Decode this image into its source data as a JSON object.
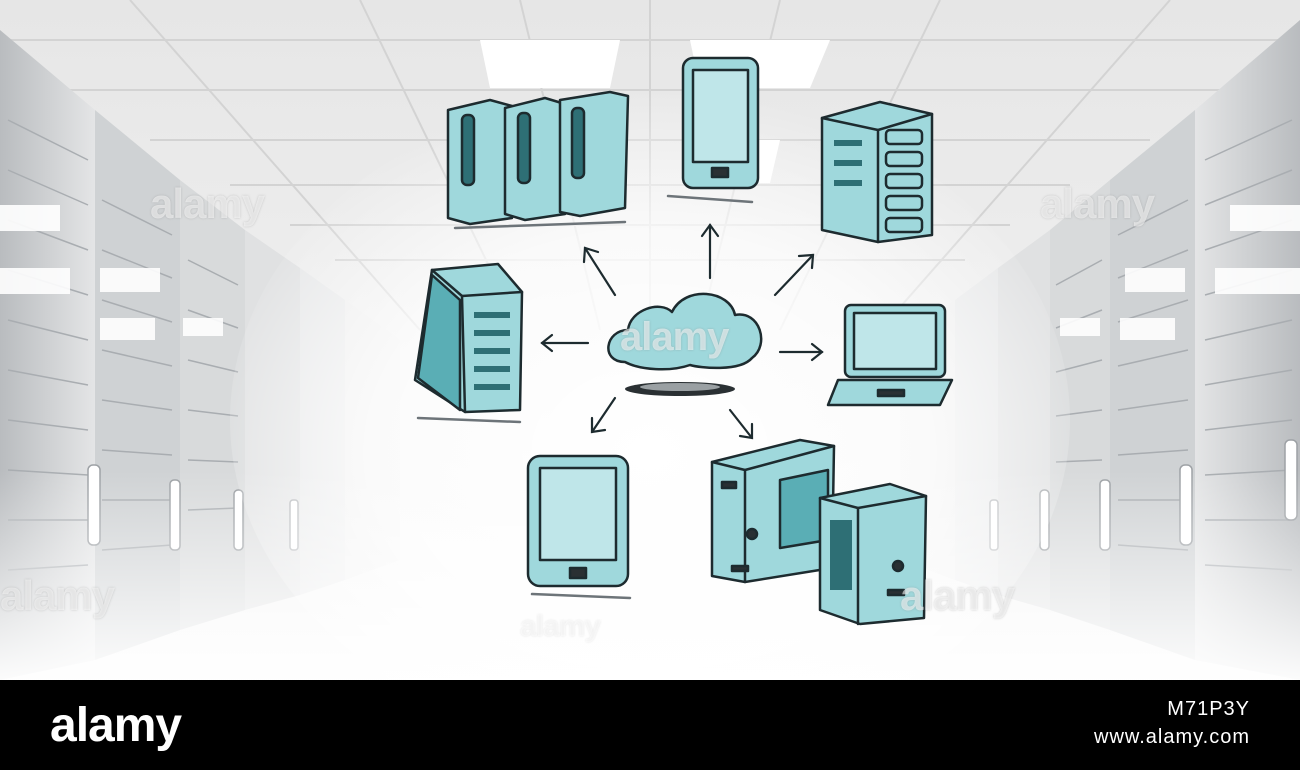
{
  "footer": {
    "brand": "alamy",
    "image_id": "M71P3Y",
    "site": "www.alamy.com"
  },
  "watermarks": [
    "alamy",
    "alamy",
    "alamy",
    "alamy",
    "alamy",
    "alamy"
  ],
  "colors": {
    "device_fill": "#9fd8dc",
    "ink": "#1d2b2f",
    "background": "#f2f2f2",
    "footer": "#000000"
  },
  "illustration": {
    "center": "cloud-icon",
    "devices": [
      "server-cluster-icon",
      "smartphone-icon",
      "tower-server-icon",
      "laptop-icon",
      "desktop-pc-icon",
      "tablet-icon",
      "server-rack-icon"
    ]
  }
}
